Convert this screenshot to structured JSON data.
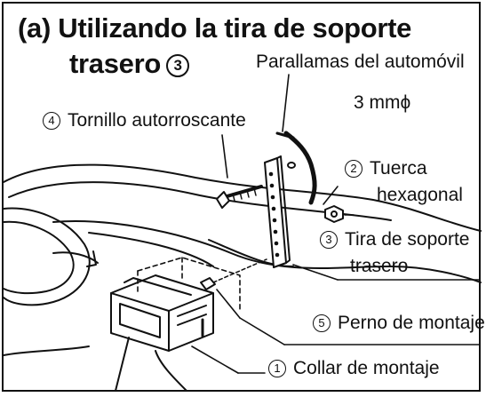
{
  "title": {
    "line1": "(a) Utilizando la tira de soporte",
    "line2": "trasero",
    "circled_number": "3"
  },
  "labels": {
    "firewall": "Parallamas del automóvil",
    "wire_size": "3 mmϕ",
    "screw": {
      "number": "4",
      "text": "Tornillo autorroscante"
    },
    "nut": {
      "number": "2",
      "text_line1": "Tuerca",
      "text_line2": "hexagonal"
    },
    "strap": {
      "number": "3",
      "text_line1": "Tira de soporte",
      "text_line2": "trasero"
    },
    "bolt": {
      "number": "5",
      "text": "Perno de montaje"
    },
    "collar": {
      "number": "1",
      "text": "Collar de montaje"
    }
  }
}
